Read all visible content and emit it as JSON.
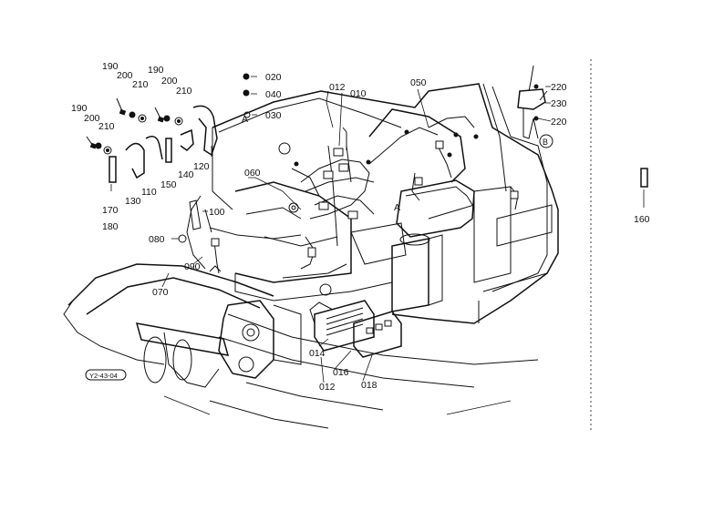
{
  "parts": {
    "p190a": "190",
    "p200a": "200",
    "p210a": "210",
    "p190b": "190",
    "p200b": "200",
    "p210b": "210",
    "p190c": "190",
    "p200c": "200",
    "p210c": "210",
    "p170": "170",
    "p180": "180",
    "p130": "130",
    "p110": "110",
    "p150": "150",
    "p140": "140",
    "p120": "120",
    "p020": "020",
    "p040": "040",
    "p030": "030",
    "p012a": "012",
    "p010": "010",
    "p050": "050",
    "p060": "060",
    "p100": "100",
    "p080": "080",
    "p090": "090",
    "p070": "070",
    "p014": "014",
    "p016": "016",
    "p012b": "012",
    "p018": "018",
    "p220a": "220",
    "p230": "230",
    "p220b": "220",
    "p160": "160"
  },
  "markers": {
    "a1": "A",
    "a2": "A",
    "b1": "B"
  },
  "stamp": "Y2-43-04"
}
